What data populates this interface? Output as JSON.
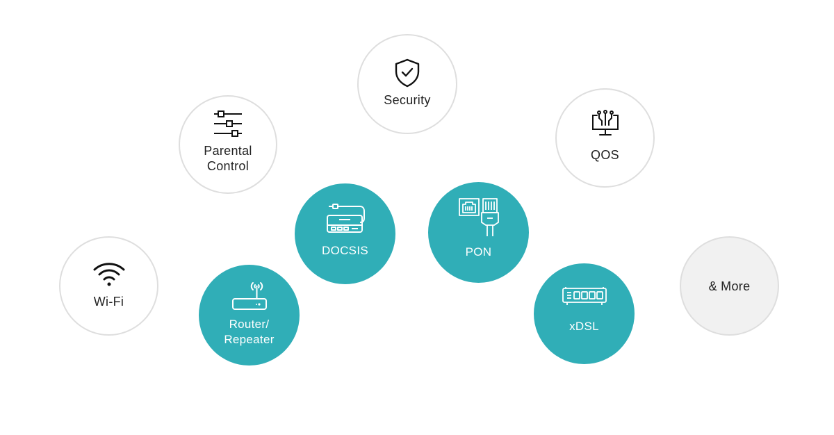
{
  "nodes": {
    "security": {
      "label": "Security",
      "icon": "shield-check-icon"
    },
    "parental": {
      "label": "Parental\nControl",
      "icon": "sliders-icon"
    },
    "qos": {
      "label": "QOS",
      "icon": "monitor-network-icon"
    },
    "docsis": {
      "label": "DOCSIS",
      "icon": "cable-modem-icon"
    },
    "pon": {
      "label": "PON",
      "icon": "ethernet-port-icon"
    },
    "wifi": {
      "label": "Wi-Fi",
      "icon": "wifi-icon"
    },
    "router": {
      "label": "Router/\nRepeater",
      "icon": "router-icon"
    },
    "xdsl": {
      "label": "xDSL",
      "icon": "switch-icon"
    },
    "more": {
      "label": "& More"
    }
  },
  "colors": {
    "teal": "#30aeb7",
    "outline": "#dedede",
    "grey_fill": "#f1f1f1",
    "text_dark": "#222222"
  }
}
